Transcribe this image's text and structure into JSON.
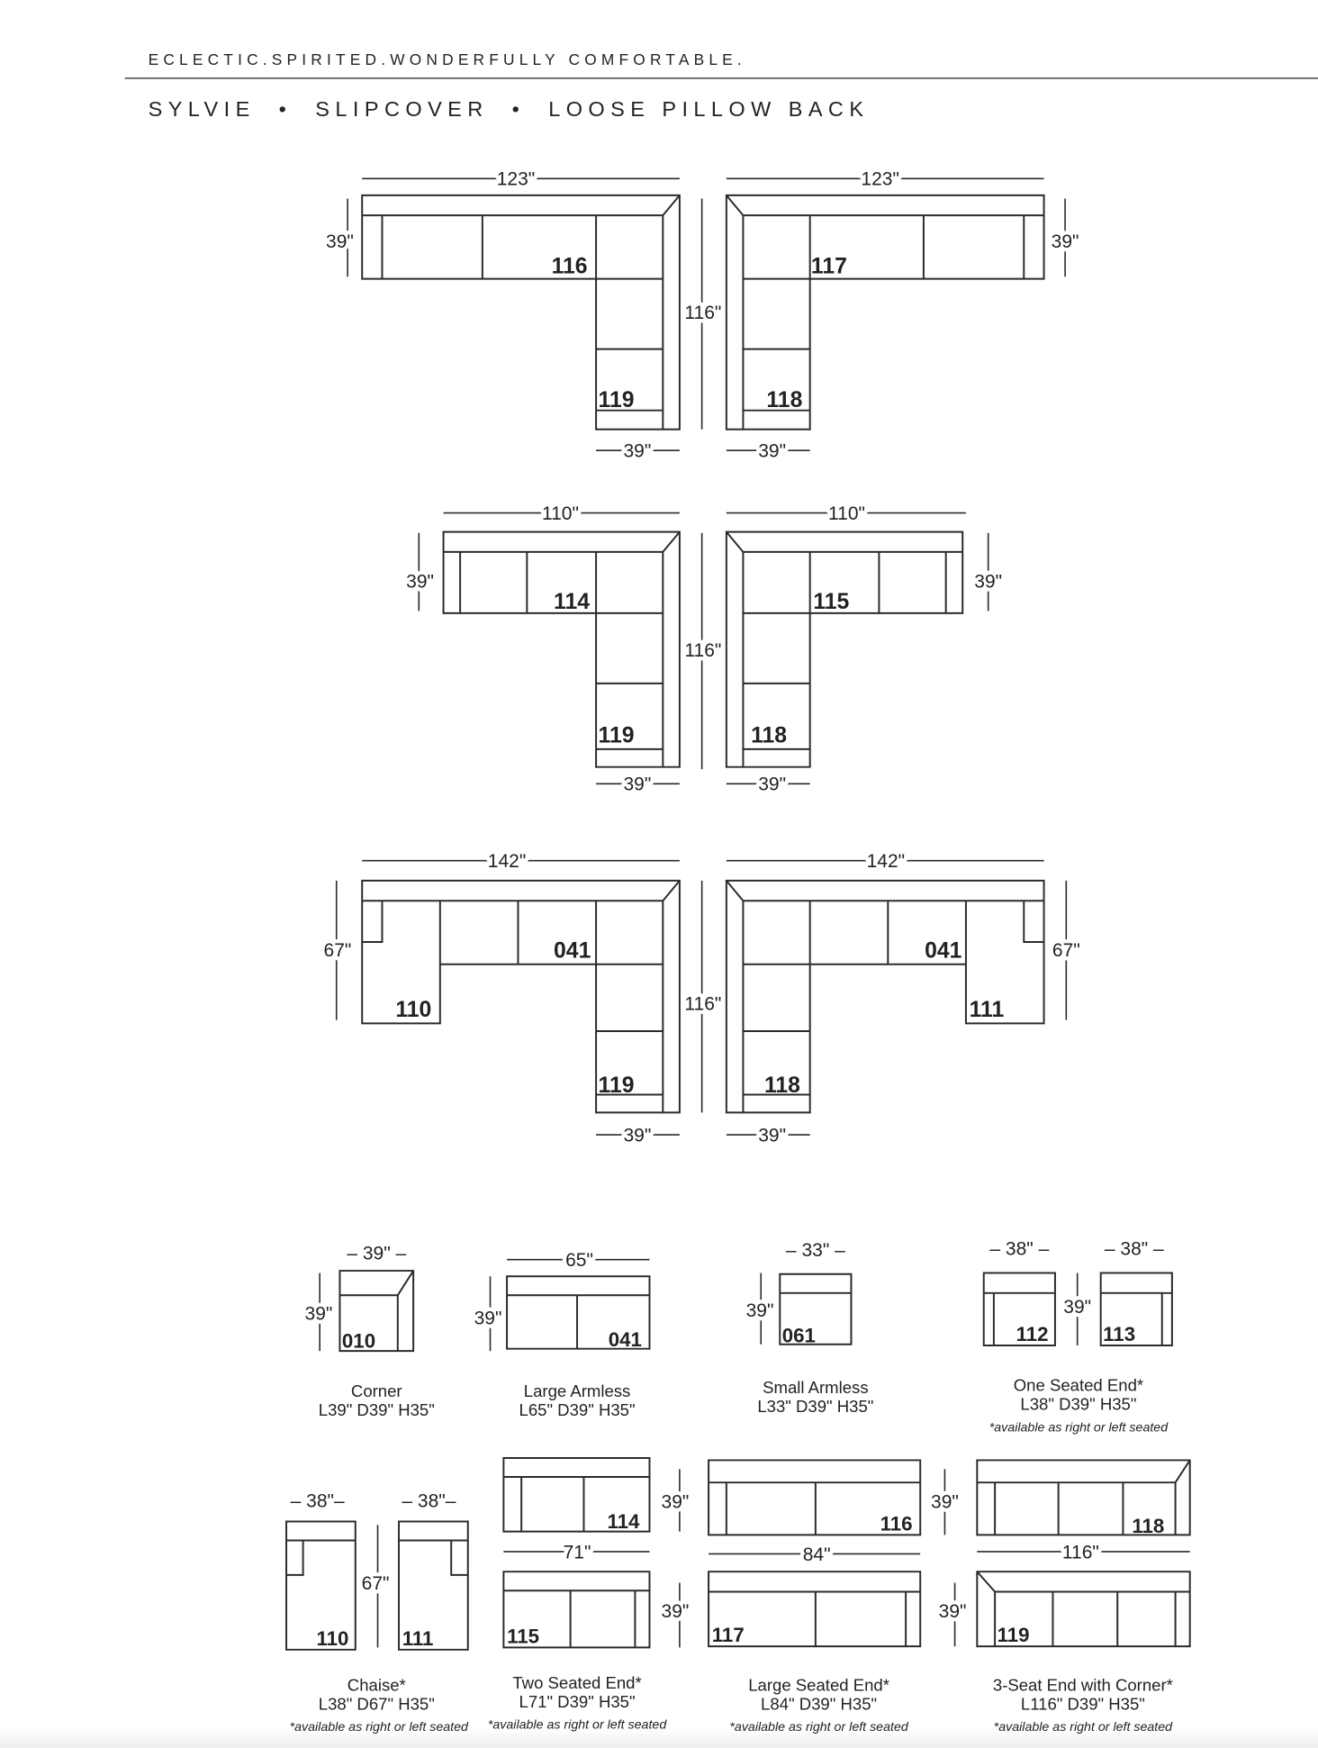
{
  "header": {
    "tagline": "ECLECTIC.SPIRITED.WONDERFULLY COMFORTABLE.",
    "subtitle": "SYLVIE  •  SLIPCOVER  •  LOOSE PILLOW BACK"
  },
  "configurations": [
    {
      "width": "123\"",
      "side": "39\"",
      "depth": "116\"",
      "end": "39\"",
      "labels": [
        "116",
        "119"
      ]
    },
    {
      "width": "123\"",
      "side": "39\"",
      "depth": "116\"",
      "end": "39\"",
      "labels": [
        "117",
        "118"
      ]
    },
    {
      "width": "110\"",
      "side": "39\"",
      "depth": "116\"",
      "end": "39\"",
      "labels": [
        "114",
        "119"
      ]
    },
    {
      "width": "110\"",
      "side": "39\"",
      "depth": "116\"",
      "end": "39\"",
      "labels": [
        "115",
        "118"
      ]
    },
    {
      "width": "142\"",
      "side": "67\"",
      "depth": "116\"",
      "end": "39\"",
      "labels": [
        "110",
        "041",
        "119"
      ]
    },
    {
      "width": "142\"",
      "side": "67\"",
      "depth": "116\"",
      "end": "39\"",
      "labels": [
        "111",
        "041",
        "118"
      ]
    }
  ],
  "pieces": [
    {
      "name": "Corner",
      "dims": "L39\"  D39\"  H35\"",
      "width": "– 39\" –",
      "depth": "39\"",
      "codes": [
        "010"
      ]
    },
    {
      "name": "Large Armless",
      "dims": "L65\"  D39\"  H35\"",
      "width": "65\"",
      "depth": "39\"",
      "codes": [
        "041"
      ]
    },
    {
      "name": "Small Armless",
      "dims": "L33\"  D39\"  H35\"",
      "width": "– 33\" –",
      "depth": "39\"",
      "codes": [
        "061"
      ]
    },
    {
      "name": "One Seated End*",
      "dims": "L38\"  D39\"  H35\"",
      "note": "*available as right or left seated",
      "width": "– 38\" –",
      "width2": "– 38\" –",
      "depth": "39\"",
      "codes": [
        "112",
        "113"
      ]
    },
    {
      "name": "Chaise*",
      "dims": "L38\"  D67\"  H35\"",
      "note": "*available as right or left seated",
      "width": "– 38\"–",
      "width2": "– 38\"–",
      "depth": "67\"",
      "codes": [
        "110",
        "111"
      ]
    },
    {
      "name": "Two Seated End*",
      "dims": "L71\"  D39\"  H35\"",
      "note": "*available as right or left seated",
      "width": "71\"",
      "depth": "39\"",
      "codes": [
        "114",
        "115"
      ]
    },
    {
      "name": "Large Seated End*",
      "dims": "L84\"  D39\"  H35\"",
      "note": "*available as right or left seated",
      "width": "84\"",
      "depth": "39\"",
      "codes": [
        "116",
        "117"
      ]
    },
    {
      "name": "3-Seat End with Corner*",
      "dims": "L116\"  D39\"  H35\"",
      "note": "*available as right or left seated",
      "width": "116\"",
      "depth": "39\"",
      "codes": [
        "118",
        "119"
      ]
    }
  ]
}
